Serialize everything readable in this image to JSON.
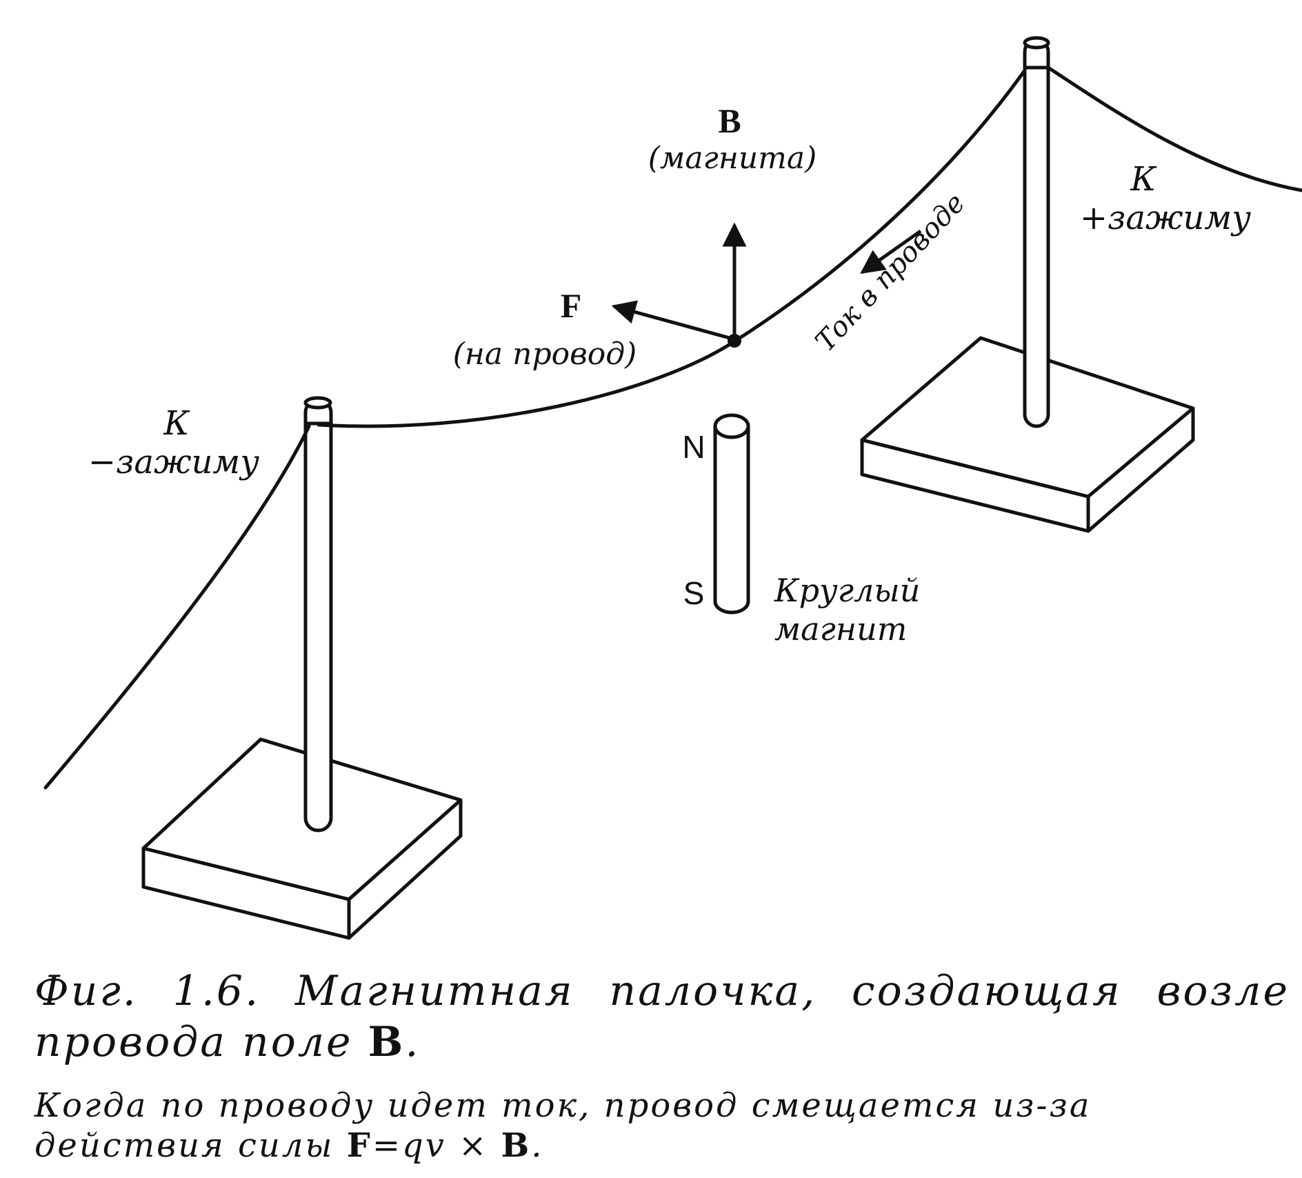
{
  "labels": {
    "b_vector": "B",
    "b_note": "(магнита)",
    "f_vector": "F",
    "f_note": "(на провод)",
    "left_terminal_line1": "К",
    "left_terminal_line2": "−зажиму",
    "right_terminal_line1": "К",
    "right_terminal_line2": "+зажиму",
    "current": "Ток в проводе",
    "pole_n": "N",
    "pole_s": "S",
    "magnet_line1": "Круглый",
    "magnet_line2": "магнит"
  },
  "caption": {
    "title_prefix": "Фиг. 1.6. Магнитная палочка, создающая возле провода поле ",
    "title_field": "B",
    "title_end": ".",
    "body_text": "Когда по проводу идет ток, провод смещается из-за действия силы ",
    "formula_f": "F",
    "formula_eq": "=qv × ",
    "formula_b": "B",
    "formula_end": "."
  }
}
